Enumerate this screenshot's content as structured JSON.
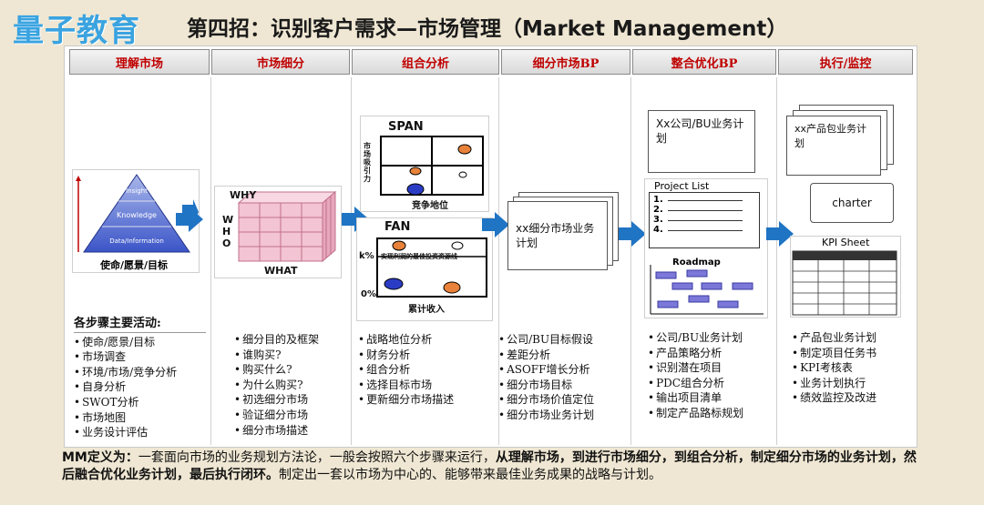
{
  "logo": "量子教育",
  "title": "第四招：识别客户需求—市场管理（Market Management）",
  "stages": [
    "理解市场",
    "市场细分",
    "组合分析",
    "细分市场BP",
    "整合优化BP",
    "执行/监控"
  ],
  "figures": {
    "pyramid": {
      "top": "Insight",
      "mid": "Knowledge",
      "bottom": "Data/Information",
      "caption": "使命/愿景/目标"
    },
    "cube": {
      "why": "WHY",
      "who": "W H O",
      "what": "WHAT"
    },
    "span": {
      "title": "SPAN",
      "yaxis": "市场吸引力",
      "xaxis": "竞争地位"
    },
    "fan": {
      "title": "FAN",
      "xaxis": "累计收入",
      "ylabel1": "k%",
      "ylabel2": "0%",
      "note": "实现利润的最佳投资资源线"
    },
    "segment_bp": "xx细分市场业务计划",
    "bu_plan": "Xx公司/BU业务计划",
    "project_list": {
      "title": "Project List",
      "items": [
        "1.",
        "2.",
        "3.",
        "4."
      ]
    },
    "roadmap": "Roadmap",
    "product_plan": "xx产品包业务计划",
    "charter": "charter",
    "kpi": "KPI Sheet"
  },
  "col1": {
    "head": "各步骤主要活动:",
    "items": [
      "使命/愿景/目标",
      "市场调查",
      "环境/市场/竞争分析",
      "自身分析",
      "SWOT分析",
      "市场地图",
      "业务设计评估"
    ]
  },
  "col2": {
    "items": [
      "细分目的及框架",
      "谁购买?",
      "购买什么?",
      "为什么购买?",
      "初选细分市场",
      "验证细分市场",
      "细分市场描述"
    ]
  },
  "col3": {
    "items": [
      "战略地位分析",
      "财务分析",
      "组合分析",
      "选择目标市场",
      "更新细分市场描述"
    ]
  },
  "col4": {
    "items": [
      "公司/BU目标假设",
      "差距分析",
      "ASOFF增长分析",
      "细分市场目标",
      "细分市场价值定位",
      "细分市场业务计划"
    ]
  },
  "col5": {
    "items": [
      "公司/BU业务计划",
      "产品策略分析",
      "识别潜在项目",
      "PDC组合分析",
      "输出项目清单",
      "制定产品路标规划"
    ]
  },
  "col6": {
    "items": [
      "产品包业务计划",
      "制定项目任务书",
      "KPI考核表",
      "业务计划执行",
      "绩效监控及改进"
    ]
  },
  "definition": {
    "label": "MM定义为：",
    "part1": "一套面向市场的业务规划方法论，一般会按照六个步骤来运行，",
    "bold": "从理解市场，到进行市场细分，到组合分析，制定细分市场的业务计划，然后融合优化业务计划，最后执行闭环。",
    "part2": "制定出一套以市场为中心的、能够带来最佳业务成果的战略与计划。"
  },
  "colors": {
    "accent_red": "#c00000",
    "arrow_blue": "#1f74c4",
    "logo_blue": "#3aa3e0"
  }
}
